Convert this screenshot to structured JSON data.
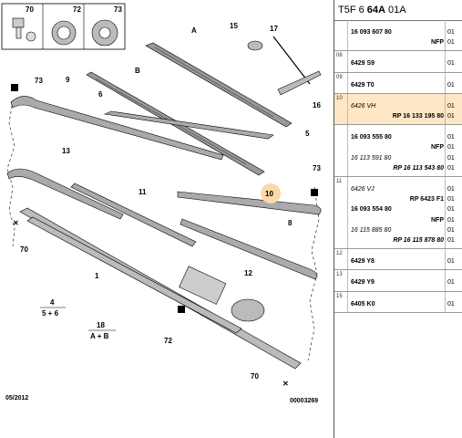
{
  "header": {
    "prefix": "T5F 6 ",
    "bold": "64A",
    "suffix": " 01A"
  },
  "legend": {
    "top_numbers": [
      "70",
      "72",
      "73"
    ],
    "kit_4": "4",
    "kit_4_sub": "5 + 6",
    "kit_18": "18",
    "kit_18_sub": "A + B",
    "date": "05/2012",
    "code": "00003269"
  },
  "callouts": [
    "15",
    "17",
    "A",
    "16",
    "B",
    "73",
    "9",
    "6",
    "5",
    "13",
    "10",
    "73",
    "11",
    "8",
    "70",
    "12",
    "1",
    "72",
    "70"
  ],
  "rows": [
    {
      "idx": "",
      "lines": [
        {
          "text": "16 093 607 80",
          "style": "ref",
          "right": "",
          "qty": "01"
        },
        {
          "text": "",
          "style": "",
          "right": "NFP",
          "qty": "01"
        }
      ]
    },
    {
      "idx": "08",
      "lines": [
        {
          "text": "6429 S9",
          "style": "ref",
          "right": "",
          "qty": "01"
        }
      ]
    },
    {
      "idx": "09",
      "lines": [
        {
          "text": "6429 T0",
          "style": "ref",
          "right": "",
          "qty": "01"
        }
      ]
    },
    {
      "idx": "10",
      "highlight": true,
      "lines": [
        {
          "text": "6426 VH",
          "style": "alt",
          "right": "",
          "qty": "01"
        },
        {
          "text": "",
          "style": "",
          "right": "RP 16 133 195 80",
          "qty": "01"
        }
      ]
    },
    {
      "idx": "",
      "lines": [
        {
          "text": "16 093 555 80",
          "style": "ref",
          "right": "",
          "qty": "01"
        },
        {
          "text": "",
          "style": "",
          "right": "NFP",
          "qty": "01"
        },
        {
          "text": "16 113 591 80",
          "style": "alt",
          "right": "",
          "qty": "01"
        },
        {
          "text": "",
          "style": "",
          "right": "RP 16 113 543 80",
          "qty": "01"
        }
      ]
    },
    {
      "idx": "11",
      "lines": [
        {
          "text": "6426 VJ",
          "style": "alt",
          "right": "",
          "qty": "01"
        },
        {
          "text": "",
          "style": "",
          "right": "RP 6423 F1",
          "qty": "01"
        },
        {
          "text": "16 093 554 80",
          "style": "ref",
          "right": "",
          "qty": "01"
        },
        {
          "text": "",
          "style": "",
          "right": "NFP",
          "qty": "01"
        },
        {
          "text": "16 115 885 80",
          "style": "alt",
          "right": "",
          "qty": "01"
        },
        {
          "text": "",
          "style": "",
          "right": "RP 16 115 878 80",
          "qty": "01"
        }
      ]
    },
    {
      "idx": "12",
      "lines": [
        {
          "text": "6429 Y8",
          "style": "ref",
          "right": "",
          "qty": "01"
        }
      ]
    },
    {
      "idx": "13",
      "lines": [
        {
          "text": "6429 Y9",
          "style": "ref",
          "right": "",
          "qty": "01"
        }
      ]
    },
    {
      "idx": "15",
      "lines": [
        {
          "text": "6405 K0",
          "style": "ref",
          "right": "",
          "qty": "01"
        }
      ]
    }
  ]
}
